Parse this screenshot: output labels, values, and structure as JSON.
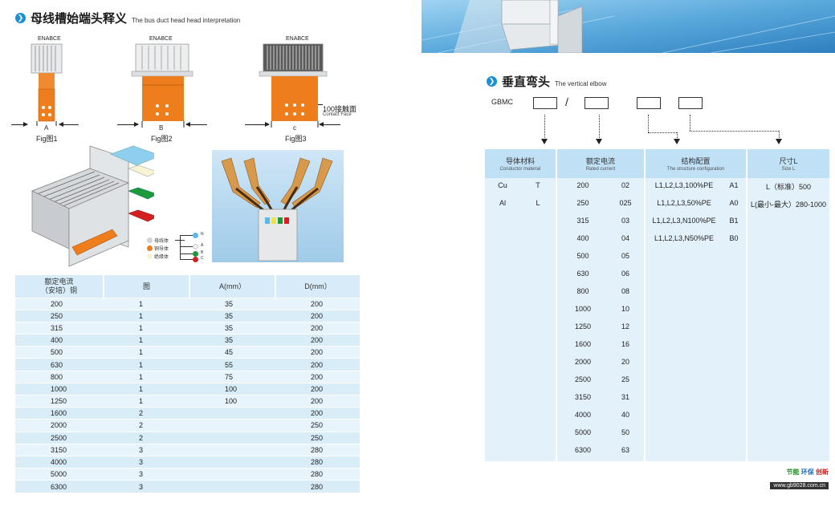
{
  "left_section": {
    "title_cn": "母线槽始端头释义",
    "title_en": "The bus duct head head interpretation",
    "figures": [
      {
        "top": "ENABCE",
        "letter": "A",
        "caption": "Fig图1"
      },
      {
        "top": "ENABCE",
        "letter": "B",
        "caption": "Fig图2"
      },
      {
        "top": "ENABCE",
        "letter": "c",
        "caption": "Fig图3"
      }
    ],
    "contact_cn": "100接触面",
    "contact_en": "Contact Face",
    "legend": {
      "items": [
        "母线体",
        "铜导体",
        "绝缘体"
      ],
      "phases": [
        "N",
        "A",
        "B",
        "C"
      ],
      "phase_colors": [
        "#5bb8ea",
        "#f0f0f0",
        "#1a9a3a",
        "#d42020"
      ]
    },
    "table": {
      "headers": [
        "额定电流\n（安培）铜",
        "图",
        "A(mm）",
        "D(mm）"
      ],
      "rows": [
        [
          "200",
          "1",
          "35",
          "200"
        ],
        [
          "250",
          "1",
          "35",
          "200"
        ],
        [
          "315",
          "1",
          "35",
          "200"
        ],
        [
          "400",
          "1",
          "35",
          "200"
        ],
        [
          "500",
          "1",
          "45",
          "200"
        ],
        [
          "630",
          "1",
          "55",
          "200"
        ],
        [
          "800",
          "1",
          "75",
          "200"
        ],
        [
          "1000",
          "1",
          "100",
          "200"
        ],
        [
          "1250",
          "1",
          "100",
          "200"
        ],
        [
          "1600",
          "2",
          "",
          "200"
        ],
        [
          "2000",
          "2",
          "",
          "250"
        ],
        [
          "2500",
          "2",
          "",
          "250"
        ],
        [
          "3150",
          "3",
          "",
          "280"
        ],
        [
          "4000",
          "3",
          "",
          "280"
        ],
        [
          "5000",
          "3",
          "",
          "280"
        ],
        [
          "6300",
          "3",
          "",
          "280"
        ]
      ]
    }
  },
  "right_section": {
    "title_cn": "垂直弯头",
    "title_en": "The vertical elbow",
    "code_label": "GBMC",
    "code_slash": "/",
    "columns": [
      {
        "cn": "导体材料",
        "en": "Conductor material"
      },
      {
        "cn": "额定电流",
        "en": "Rated current"
      },
      {
        "cn": "结构配置",
        "en": "The structure configuration"
      },
      {
        "cn": "尺寸L",
        "en": "Size L"
      }
    ],
    "materials": [
      [
        "Cu",
        "T"
      ],
      [
        "Al",
        "L"
      ]
    ],
    "currents": [
      [
        "200",
        "02"
      ],
      [
        "250",
        "025"
      ],
      [
        "315",
        "03"
      ],
      [
        "400",
        "04"
      ],
      [
        "500",
        "05"
      ],
      [
        "630",
        "06"
      ],
      [
        "800",
        "08"
      ],
      [
        "1000",
        "10"
      ],
      [
        "1250",
        "12"
      ],
      [
        "1600",
        "16"
      ],
      [
        "2000",
        "20"
      ],
      [
        "2500",
        "25"
      ],
      [
        "3150",
        "31"
      ],
      [
        "4000",
        "40"
      ],
      [
        "5000",
        "50"
      ],
      [
        "6300",
        "63"
      ]
    ],
    "structures": [
      [
        "L1,L2,L3,100%PE",
        "A1"
      ],
      [
        "L1,L2,L3,50%PE",
        "A0"
      ],
      [
        "L1,L2,L3,N100%PE",
        "B1"
      ],
      [
        "L1,L2,L3,N50%PE",
        "B0"
      ]
    ],
    "sizes": [
      "L（标准）500",
      "L(最小-最大）280-1000"
    ]
  },
  "footer": {
    "tags": [
      "节能",
      "环保",
      "创新"
    ],
    "tag_colors": [
      "#2e8b2e",
      "#1c6fc0",
      "#d42020"
    ],
    "url": "www.gb9028.com.cn"
  }
}
